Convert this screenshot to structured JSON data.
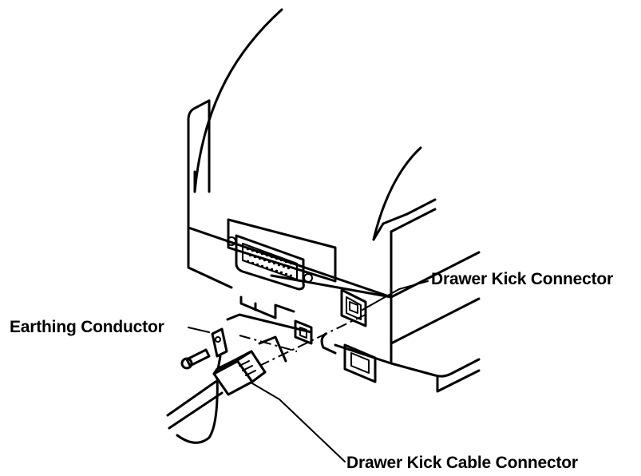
{
  "labels": {
    "drawer_kick_connector": "Drawer Kick Connector",
    "earthing_conductor": "Earthing Conductor",
    "drawer_kick_cable_connector": "Drawer Kick Cable Connector"
  }
}
